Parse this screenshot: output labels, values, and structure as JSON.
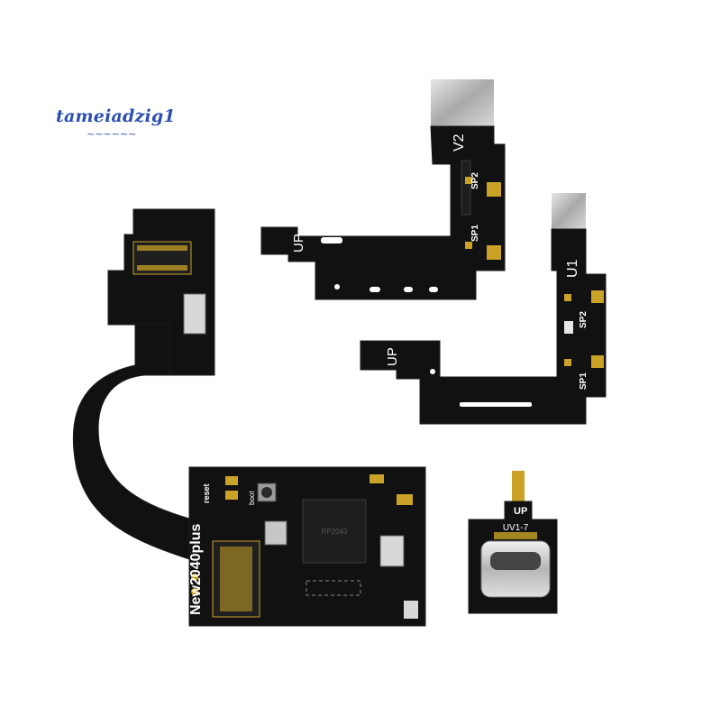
{
  "watermark": {
    "text": "tameiadzig1",
    "tilde": "~~~~~~"
  },
  "boards": {
    "v2_flex": {
      "version": "V2",
      "up": "UP",
      "sp2": "SP2",
      "sp1": "SP1"
    },
    "v1_flex": {
      "version": "U1",
      "up": "UP",
      "sp2": "SP2",
      "sp1": "SP1"
    },
    "main_board": {
      "model": "New2040plus",
      "reset": "reset",
      "boot": "boot",
      "chip": "RP2040"
    },
    "usb_board": {
      "up": "UP",
      "label": "UV1-7"
    }
  },
  "colors": {
    "pcb": "#111111",
    "pcb_edge": "#1c1c1c",
    "gold": "#c9a227",
    "silver": "#bcbcbc",
    "silk": "#ffffff",
    "watermark": "#2a4fb0"
  }
}
